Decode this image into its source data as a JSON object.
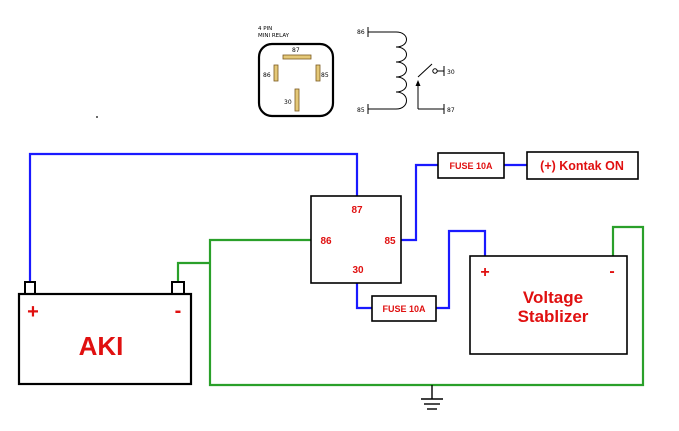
{
  "relay_pinout": {
    "title_line1": "4 PIN",
    "title_line2": "MINI RELAY",
    "pin_87": "87",
    "pin_86": "86",
    "pin_85": "85",
    "pin_30": "30"
  },
  "relay_schematic": {
    "pin_86": "86",
    "pin_85": "85",
    "pin_30": "30",
    "pin_87": "87"
  },
  "relay_block": {
    "pin_87": "87",
    "pin_86": "86",
    "pin_85": "85",
    "pin_30": "30"
  },
  "battery": {
    "label": "AKI",
    "plus": "+",
    "minus": "-"
  },
  "fuse_top": {
    "label": "FUSE 10A"
  },
  "fuse_bottom": {
    "label": "FUSE 10A"
  },
  "contact": {
    "label": "(+) Kontak ON"
  },
  "stabilizer": {
    "label_line1": "Voltage",
    "label_line2": "Stablizer",
    "plus": "+",
    "minus": "-"
  },
  "colors": {
    "wire_positive": "#1a1aff",
    "wire_ground": "#2aa02a",
    "label_red": "#e01010",
    "outline": "#000000"
  }
}
